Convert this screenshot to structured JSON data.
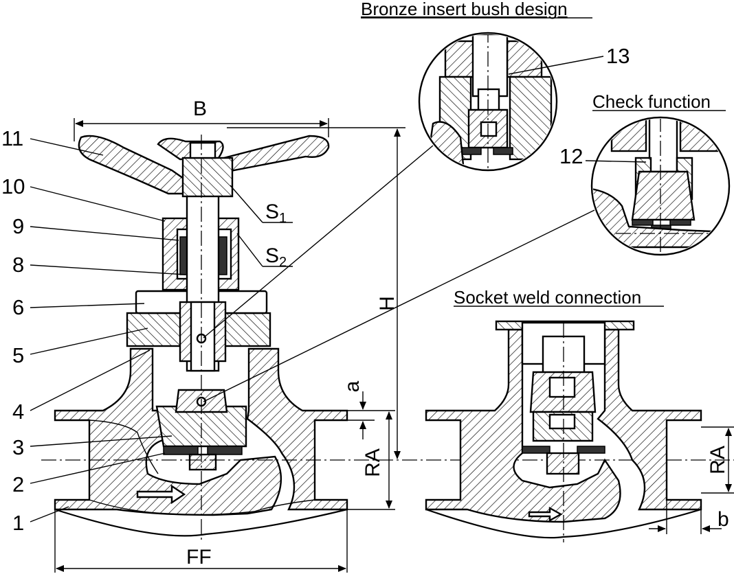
{
  "titles": {
    "bronze": "Bronze insert bush design",
    "check": "Check function",
    "socket": "Socket weld connection"
  },
  "part_numbers": [
    "1",
    "2",
    "3",
    "4",
    "5",
    "6",
    "8",
    "9",
    "10",
    "11",
    "12",
    "13"
  ],
  "dimensions": {
    "B": "B",
    "H": "H",
    "FF": "FF",
    "RA_main": "RA",
    "RA_socket": "RA",
    "a": "a",
    "b": "b",
    "S1": "S1",
    "S2": "S2"
  }
}
